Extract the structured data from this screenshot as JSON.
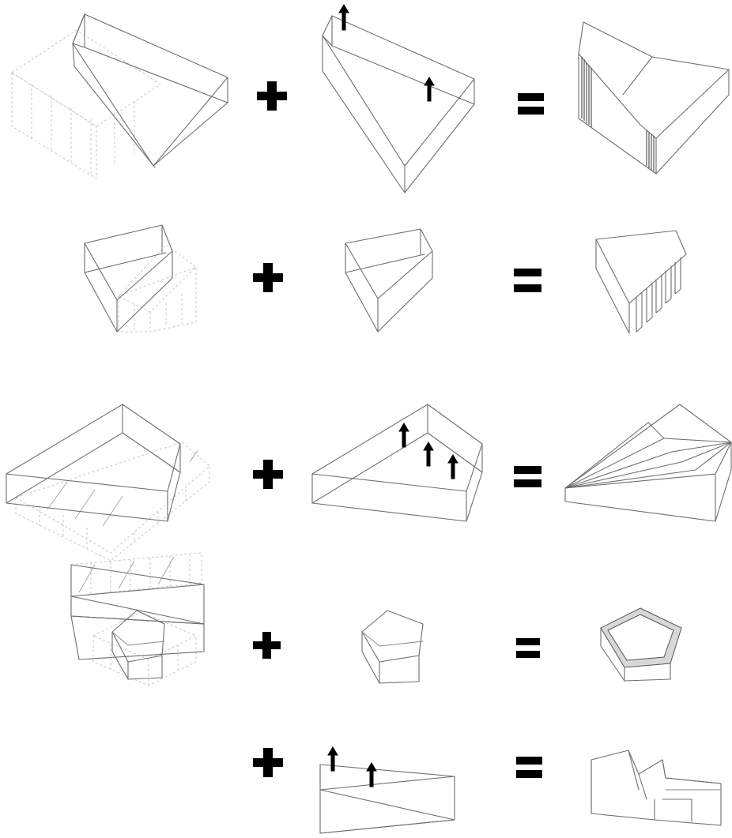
{
  "diagram": {
    "rows": [
      {
        "id": "row-1",
        "operator_plus": "+",
        "operator_equals": "="
      },
      {
        "id": "row-2",
        "operator_plus": "+",
        "operator_equals": "="
      },
      {
        "id": "row-3",
        "operator_plus": "+",
        "operator_equals": "="
      },
      {
        "id": "row-4",
        "operator_plus": "+",
        "operator_equals": "="
      },
      {
        "id": "row-5",
        "operator_plus": "+",
        "operator_equals": "="
      }
    ],
    "colors": {
      "line": "#6e6e6e",
      "ghost": "#c7c7c7",
      "operator": "#000000"
    }
  }
}
